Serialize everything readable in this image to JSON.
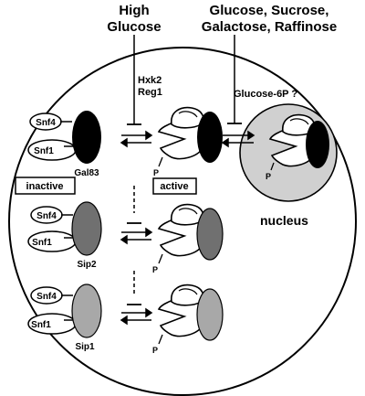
{
  "inputs": {
    "high_glucose": [
      "High",
      "Glucose"
    ],
    "sugars": [
      "Glucose, Sucrose,",
      "Galactose, Raffinose"
    ]
  },
  "regulators": {
    "hxk2": "Hxk2",
    "reg1": "Reg1",
    "glucose6p": "Glucose-6P ?"
  },
  "states": {
    "inactive": "inactive",
    "active": "active"
  },
  "nucleus_label": "nucleus",
  "subunits": {
    "snf4": "Snf4",
    "snf1": "Snf1",
    "phospho": "P"
  },
  "beta_subunits": [
    "Gal83",
    "Sip2",
    "Sip1"
  ],
  "colors": {
    "gal83": "#000000",
    "sip2": "#707070",
    "sip1": "#a8a8a8",
    "nucleus": "#d0d0d0",
    "line": "#000000"
  }
}
